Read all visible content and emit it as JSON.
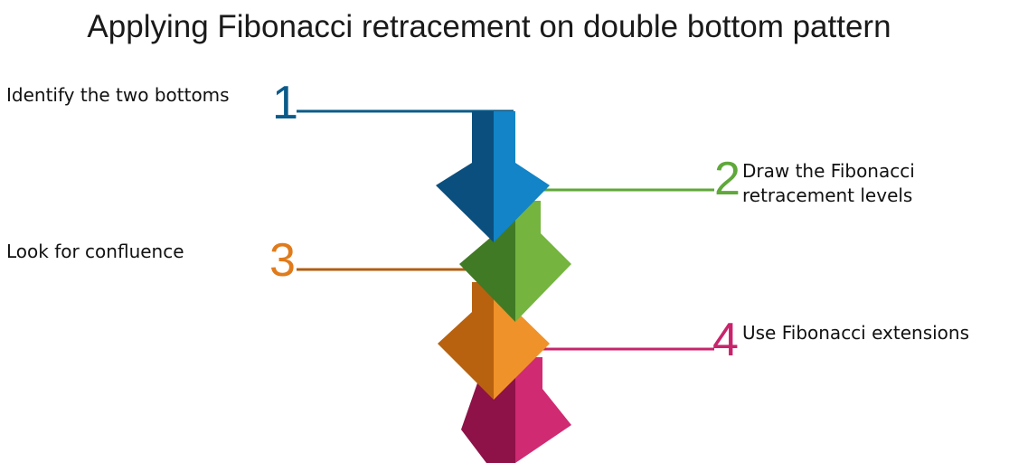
{
  "title": "Applying Fibonacci retracement on double bottom pattern",
  "steps": [
    {
      "number": "1",
      "text": "Identify the two bottoms",
      "color": "#0b5b8a"
    },
    {
      "number": "2",
      "text": "Draw the Fibonacci retracement levels",
      "color": "#5fa83a"
    },
    {
      "number": "3",
      "text": "Look for confluence",
      "color": "#e07b1c"
    },
    {
      "number": "4",
      "text": "Use Fibonacci extensions",
      "color": "#c8246c"
    }
  ]
}
